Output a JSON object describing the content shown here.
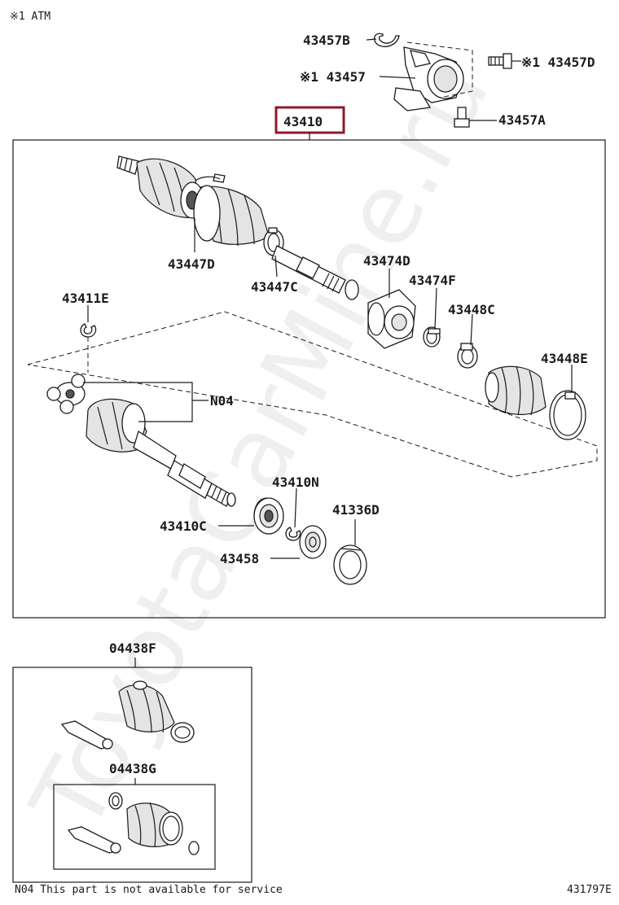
{
  "header": {
    "note": "※1 ATM"
  },
  "footer": {
    "note": "N04 This part is not available for service",
    "code": "431797E"
  },
  "watermark": "ToyotaCarMine.ru",
  "highlight_color": "#8b1a2b",
  "callouts": {
    "p43457B": "43457B",
    "p43457": "※1 43457",
    "p43457D": "※1 43457D",
    "p43457A": "43457A",
    "p43410": "43410",
    "p43447D": "43447D",
    "p43447C": "43447C",
    "p43474D": "43474D",
    "p43474F": "43474F",
    "p43411E": "43411E",
    "p43448C": "43448C",
    "p43448E": "43448E",
    "pN04": "N04",
    "p43410N": "43410N",
    "p41336D": "41336D",
    "p43410C": "43410C",
    "p43458": "43458",
    "p04438F": "04438F",
    "p04438G": "04438G"
  }
}
